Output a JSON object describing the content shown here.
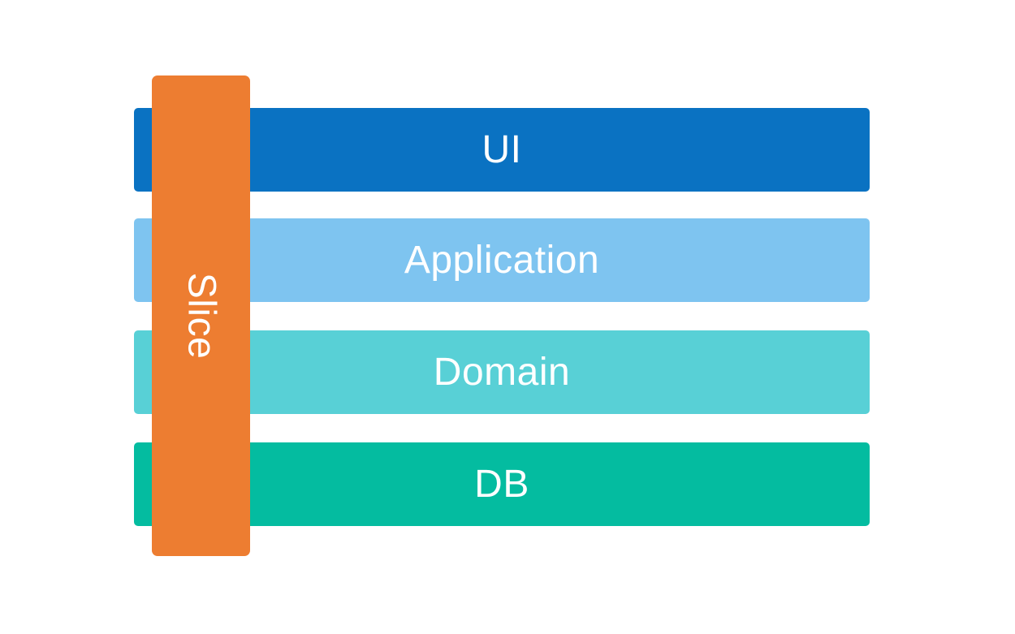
{
  "diagram": {
    "background_color": "#ffffff",
    "label_text_color": "#ffffff",
    "layers": [
      {
        "label": "UI",
        "color": "#0a72c2"
      },
      {
        "label": "Application",
        "color": "#7ec4f0"
      },
      {
        "label": "Domain",
        "color": "#58d0d6"
      },
      {
        "label": "DB",
        "color": "#04bca0"
      }
    ],
    "slice": {
      "label": "Slice",
      "color": "#ed7d31"
    }
  }
}
